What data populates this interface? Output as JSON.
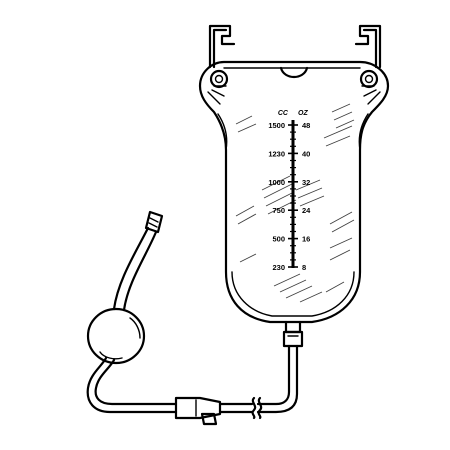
{
  "scale": {
    "header_left": "CC",
    "header_right": "OZ",
    "left_labels": [
      "1500",
      "1230",
      "1000",
      "750",
      "500",
      "230"
    ],
    "right_labels": [
      "48",
      "40",
      "32",
      "24",
      "16",
      "8"
    ]
  },
  "icons": {
    "hanger_left": "hanger-hook-icon",
    "hanger_right": "hanger-hook-icon",
    "bulb": "squeeze-bulb-icon",
    "clamp": "tube-clamp-icon"
  }
}
